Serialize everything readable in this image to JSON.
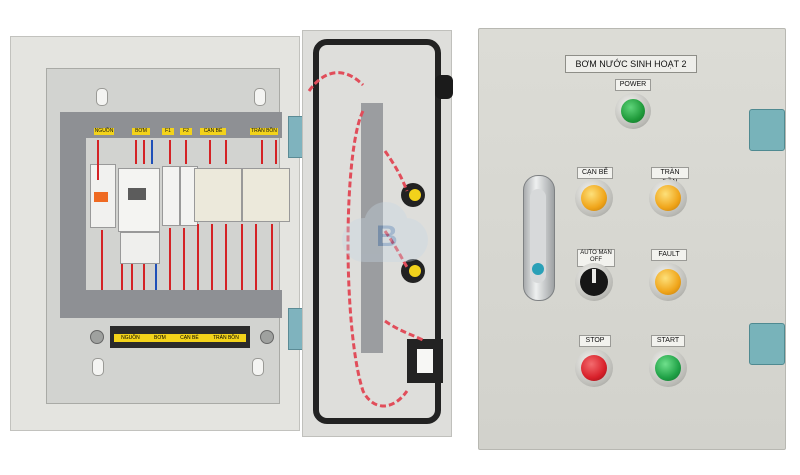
{
  "panel": {
    "title_plate": "BƠM NƯỚC SINH HOẠT 2",
    "indicators": [
      {
        "label": "POWER",
        "color": "#1f9a3a"
      },
      {
        "label": "CẠN BỂ",
        "color": "#f0a51a"
      },
      {
        "label": "TRÀN BỒN",
        "color": "#f0a51a"
      },
      {
        "label": "FAULT",
        "color": "#f0a51a"
      }
    ],
    "selector": {
      "left": "AUTO",
      "right": "MAN",
      "bottom": "OFF"
    },
    "buttons": [
      {
        "label": "STOP",
        "color": "#d8202a"
      },
      {
        "label": "START",
        "color": "#1fa146"
      }
    ]
  },
  "interior": {
    "rail_labels": [
      "NGUỒN",
      "BƠM",
      "F1",
      "F2",
      "CẠN BỂ",
      "TRÀN BỒN"
    ],
    "terminal_labels": [
      "NGUỒN",
      "BƠM",
      "CẠN BỂ",
      "TRÀN BỒN"
    ]
  }
}
